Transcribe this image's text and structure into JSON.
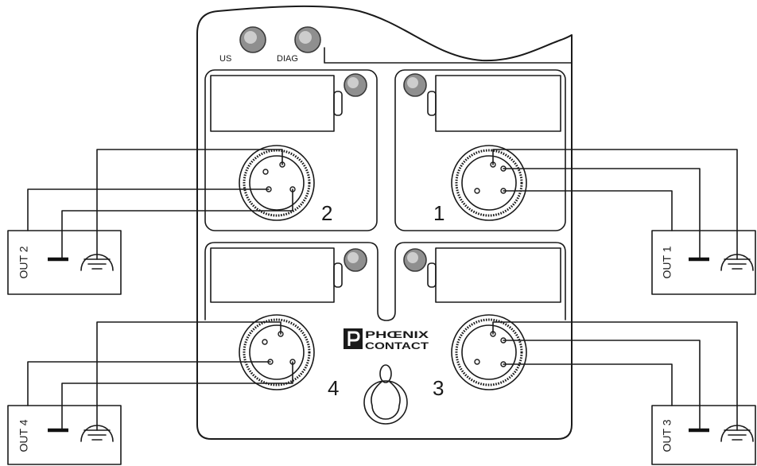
{
  "module": {
    "leds": {
      "us": "US",
      "diag": "DIAG"
    },
    "logo": {
      "line1": "PHŒNIX",
      "line2": "CONTACT"
    }
  },
  "ports": [
    {
      "number": "1",
      "output": "OUT 1"
    },
    {
      "number": "2",
      "output": "OUT 2"
    },
    {
      "number": "3",
      "output": "OUT 3"
    },
    {
      "number": "4",
      "output": "OUT 4"
    }
  ],
  "colors": {
    "line": "#1a1a1a",
    "led": "#8f8f8f",
    "background": "#ffffff"
  },
  "icons": {
    "ground": "protective-earth-icon",
    "bar": "ground-bar-icon",
    "hole": "mounting-hole-icon",
    "logo": "phoenix-contact-logo"
  }
}
